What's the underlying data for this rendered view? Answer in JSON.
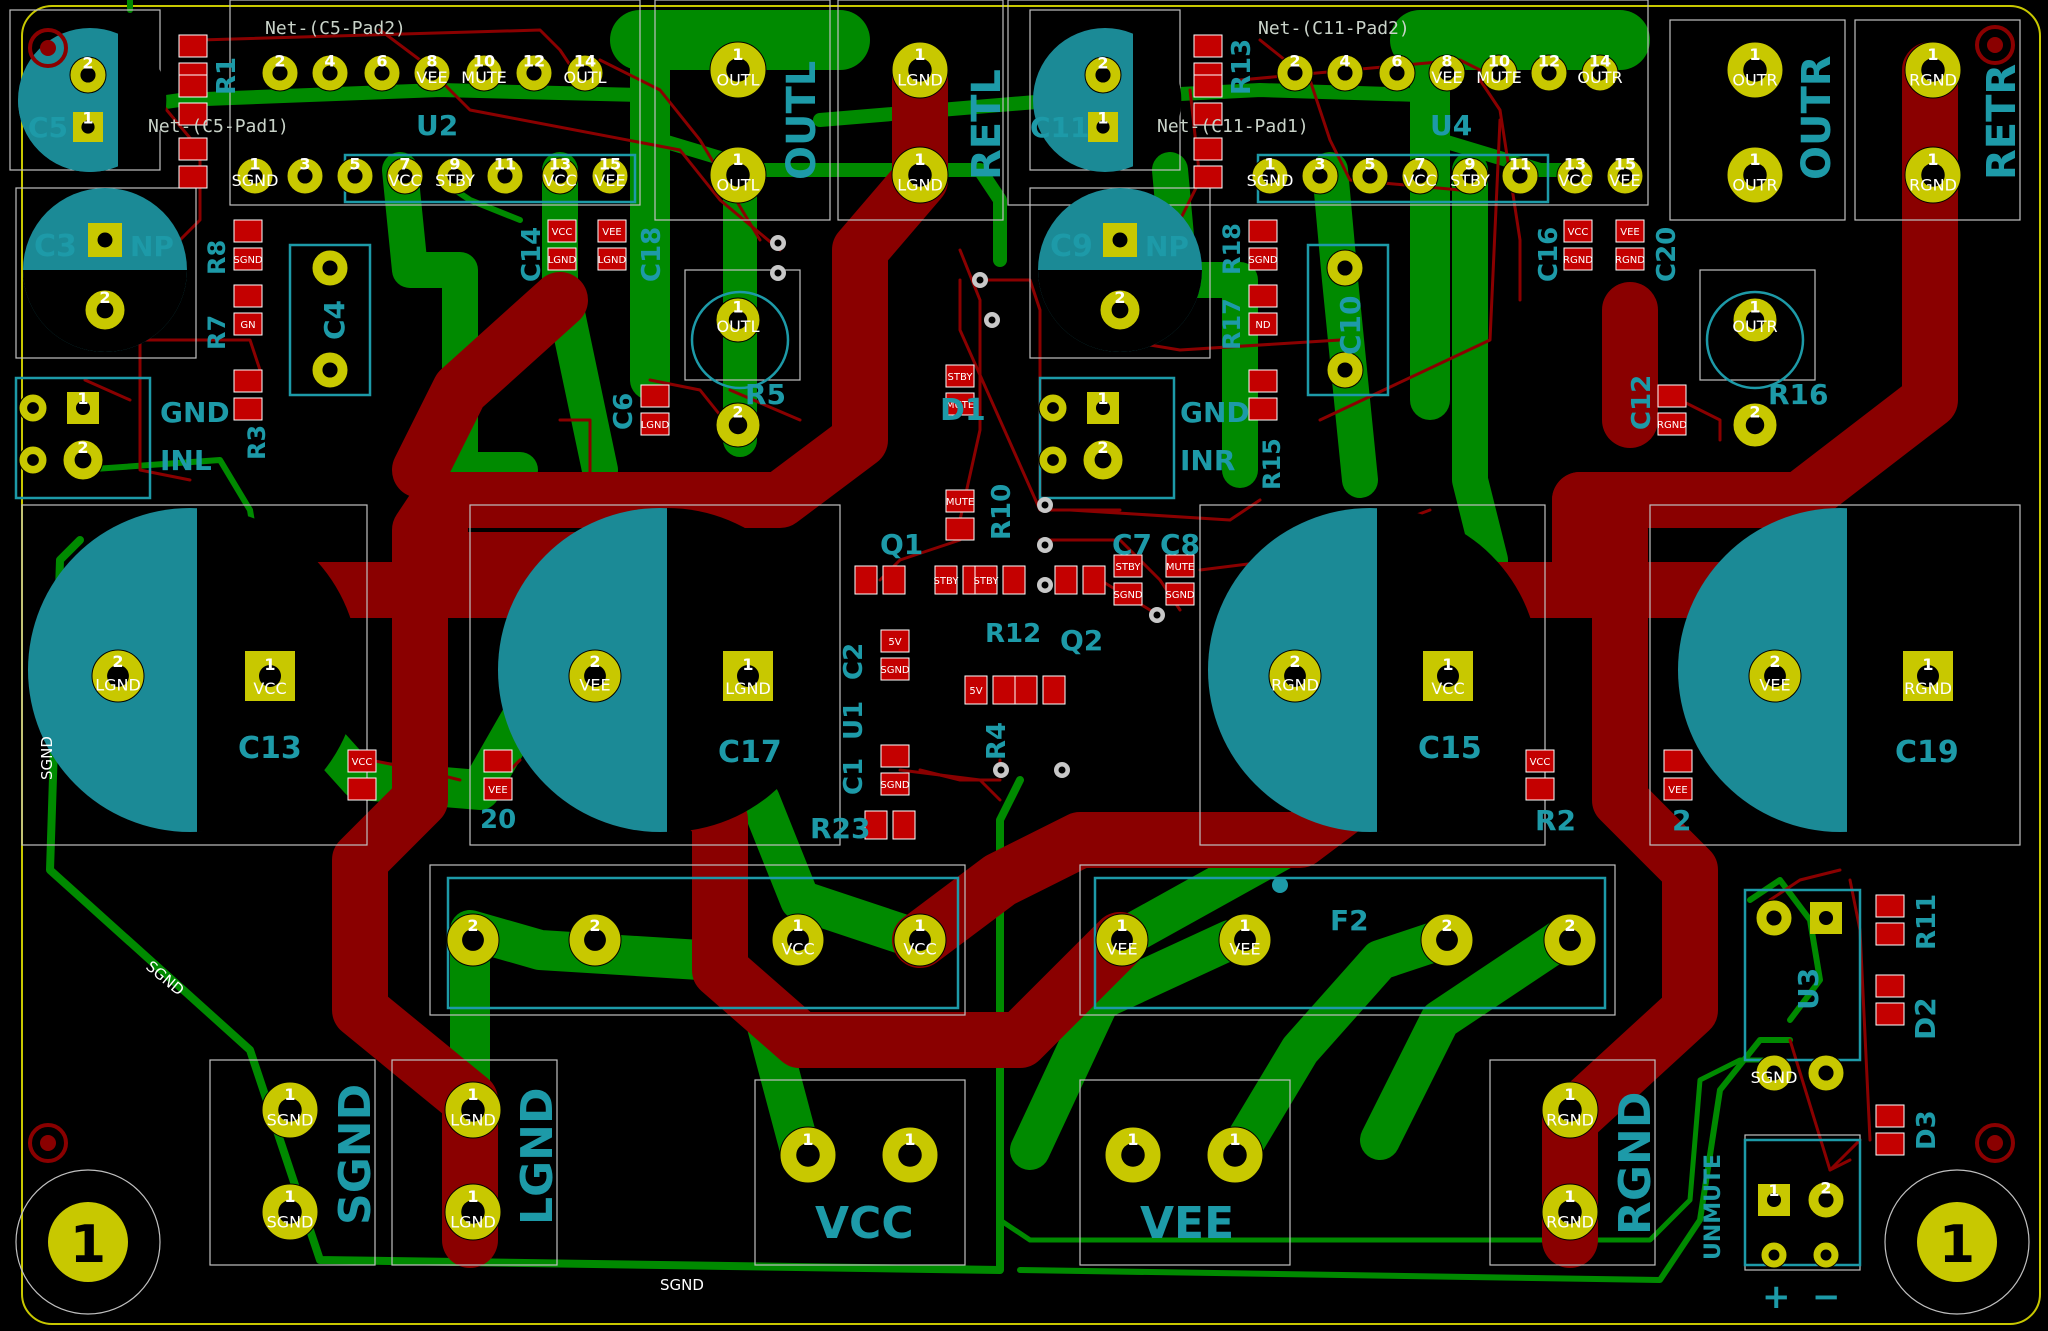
{
  "colors": {
    "background": "#000000",
    "top_copper": "#8a0000",
    "bottom_copper": "#008a00",
    "silkscreen": "#1d9aa8",
    "pad": "#c8c800",
    "drill": "#c8a000",
    "courtyard": "#d0d0d0",
    "edge": "#c8c800"
  },
  "net_labels": {
    "c5_pad2": "Net-(C5-Pad2)",
    "c5_pad1": "Net-(C5-Pad1)",
    "c11_pad2": "Net-(C11-Pad2)",
    "c11_pad1": "Net-(C11-Pad1)"
  },
  "designators": {
    "C5": "C5",
    "R1": "R1",
    "U2": "U2",
    "C3": "C3",
    "NP_l": "NP",
    "R8": "R8",
    "R7": "R7",
    "C4": "C4",
    "GND_l": "GND",
    "INL": "INL",
    "R3": "R3",
    "C14": "C14",
    "C18": "C18",
    "OUTL": "OUTL",
    "RETL": "RETL",
    "C6": "C6",
    "R5": "R5",
    "D1": "D1",
    "R10": "R10",
    "Q1": "Q1",
    "C7": "C7",
    "C8": "C8",
    "R12": "R12",
    "Q2": "Q2",
    "C2": "C2",
    "U1": "U1",
    "C1": "C1",
    "R4": "R4",
    "R23": "R23",
    "C13": "C13",
    "C17": "C17",
    "C15": "C15",
    "C19": "C19",
    "R20": "20",
    "R2": "R2",
    "R22": "2",
    "C11": "C11",
    "R13": "R13",
    "U4": "U4",
    "C9": "C9",
    "NP_r": "NP",
    "R18": "R18",
    "R17": "R17",
    "C10": "C10",
    "GND_r": "GND",
    "INR": "INR",
    "R15": "R15",
    "C16": "C16",
    "C20": "C20",
    "OUTR": "OUTR",
    "RETR": "RETR",
    "C12": "C12",
    "R16": "R16",
    "F2": "F2",
    "U3": "U3",
    "D2": "D2",
    "R11": "R11",
    "D3": "D3",
    "SGND": "SGND",
    "LGND": "LGND",
    "VCC": "VCC",
    "VEE": "VEE",
    "RGND": "RGND",
    "UNMUTE": "UNMUTE",
    "plus": "+",
    "minus": "−",
    "mount_1": "1",
    "trace_sgnd": "SGND"
  },
  "pins": {
    "u2_top": [
      "2",
      "4",
      "6",
      "8",
      "10",
      "12",
      "14"
    ],
    "u2_bot": [
      "1",
      "3",
      "5",
      "7",
      "9",
      "11",
      "13",
      "15"
    ],
    "u2_top_nets": [
      "",
      "",
      "",
      "VEE",
      "MUTE",
      "",
      "OUTL"
    ],
    "u2_bot_nets": [
      "SGND",
      "",
      "",
      "VCC",
      "STBY",
      "",
      "VCC",
      "VEE"
    ],
    "u4_top_nets": [
      "",
      "",
      "",
      "VEE",
      "MUTE",
      "",
      "OUTR"
    ],
    "u4_bot_nets": [
      "SGND",
      "",
      "",
      "VCC",
      "STBY",
      "",
      "VCC",
      "VEE"
    ]
  },
  "pad_nets": {
    "outl": "OUTL",
    "lgnd": "LGND",
    "outr": "OUTR",
    "rgnd": "RGND",
    "vcc": "VCC",
    "vee": "VEE",
    "sgnd": "SGND",
    "stby": "STBY",
    "mute": "MUTE",
    "5v": "5V"
  }
}
